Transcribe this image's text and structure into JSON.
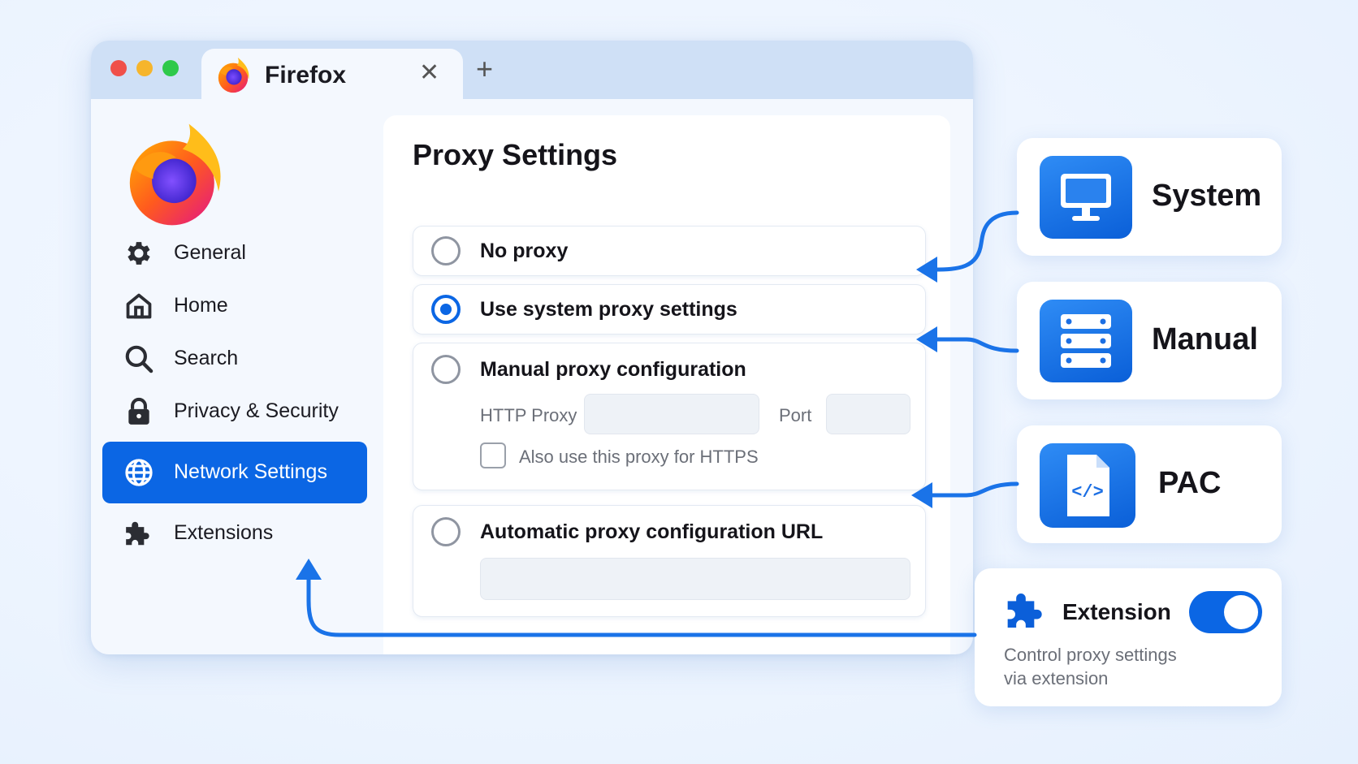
{
  "browser": {
    "tab_title": "Firefox",
    "close_glyph": "✕",
    "new_tab_glyph": "+"
  },
  "sidebar": {
    "items": [
      {
        "label": "General",
        "icon": "gear-icon"
      },
      {
        "label": "Home",
        "icon": "home-icon"
      },
      {
        "label": "Search",
        "icon": "search-icon"
      },
      {
        "label": "Privacy & Security",
        "icon": "lock-icon"
      },
      {
        "label": "Network Settings",
        "icon": "globe-icon",
        "active": true
      },
      {
        "label": "Extensions",
        "icon": "puzzle-icon"
      }
    ]
  },
  "proxy": {
    "title": "Proxy Settings",
    "options": [
      {
        "label": "No proxy",
        "selected": false
      },
      {
        "label": "Use system proxy settings",
        "selected": true
      },
      {
        "label": "Manual proxy configuration",
        "selected": false
      },
      {
        "label": "Automatic proxy configuration URL",
        "selected": false
      }
    ],
    "http_proxy_label": "HTTP Proxy",
    "http_proxy_value": "",
    "port_label": "Port",
    "port_value": "",
    "https_checkbox_label": "Also use this proxy for HTTPS",
    "https_checked": false,
    "pac_url_value": ""
  },
  "cards": {
    "system": {
      "label": "System",
      "icon": "monitor-icon"
    },
    "manual": {
      "label": "Manual",
      "icon": "server-icon"
    },
    "pac": {
      "label": "PAC",
      "icon": "code-file-icon"
    },
    "extension": {
      "title": "Extension",
      "icon": "puzzle-icon",
      "desc_line1": "Control proxy settings",
      "desc_line2": "via extension",
      "toggle_on": true
    }
  },
  "colors": {
    "accent": "#0b66e4",
    "arrow": "#1a73e8",
    "tabbar": "#cfe0f6"
  }
}
